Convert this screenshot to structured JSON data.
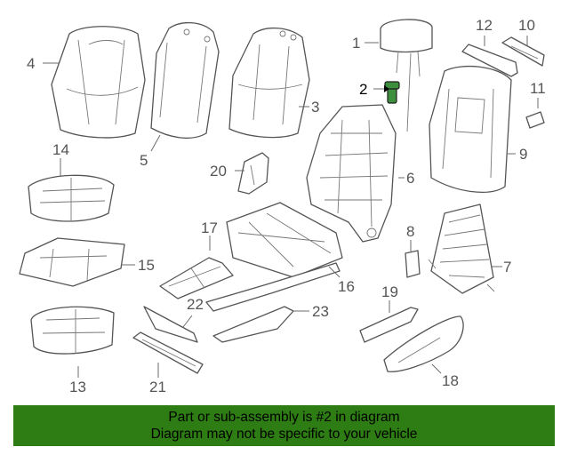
{
  "callouts": [
    {
      "id": "1",
      "label": "1"
    },
    {
      "id": "2",
      "label": "2"
    },
    {
      "id": "3",
      "label": "3"
    },
    {
      "id": "4",
      "label": "4"
    },
    {
      "id": "5",
      "label": "5"
    },
    {
      "id": "6",
      "label": "6"
    },
    {
      "id": "7",
      "label": "7"
    },
    {
      "id": "8",
      "label": "8"
    },
    {
      "id": "9",
      "label": "9"
    },
    {
      "id": "10",
      "label": "10"
    },
    {
      "id": "11",
      "label": "11"
    },
    {
      "id": "12",
      "label": "12"
    },
    {
      "id": "13",
      "label": "13"
    },
    {
      "id": "14",
      "label": "14"
    },
    {
      "id": "15",
      "label": "15"
    },
    {
      "id": "16",
      "label": "16"
    },
    {
      "id": "17",
      "label": "17"
    },
    {
      "id": "18",
      "label": "18"
    },
    {
      "id": "19",
      "label": "19"
    },
    {
      "id": "20",
      "label": "20"
    },
    {
      "id": "21",
      "label": "21"
    },
    {
      "id": "22",
      "label": "22"
    },
    {
      "id": "23",
      "label": "23"
    }
  ],
  "highlighted_part": "2",
  "colors": {
    "banner": "#2e7d14",
    "highlight_part": "#3d8f3d",
    "line": "#555555"
  },
  "banner": {
    "line1": "Part or sub-assembly is #2 in diagram",
    "line2": "Diagram may not be specific to your vehicle"
  }
}
